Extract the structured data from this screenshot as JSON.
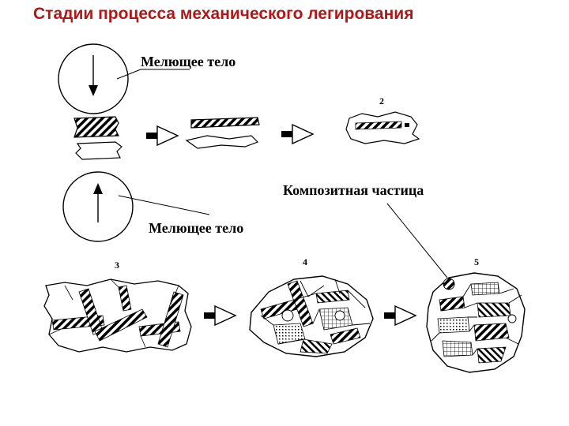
{
  "title": "Стадии процесса механического легирования",
  "labels": {
    "grinding_body_top": "Мелющее тело",
    "grinding_body_bottom": "Мелющее тело",
    "composite_particle": "Композитная частица"
  },
  "stage_numbers": {
    "s2": "2",
    "s3": "3",
    "s4": "4",
    "s5": "5"
  },
  "colors": {
    "title": "#b01818",
    "ink": "#000000"
  }
}
